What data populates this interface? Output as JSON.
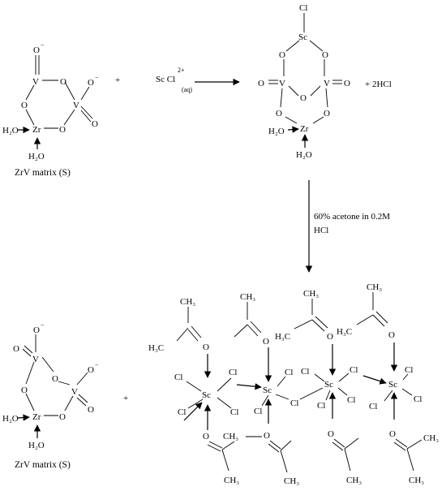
{
  "atoms": {
    "O": "O",
    "V": "V",
    "Zr": "Zr",
    "Sc": "Sc",
    "Cl": "Cl",
    "H2O": "H₂O",
    "H3C": "H₃C",
    "CH3": "CH₃",
    "minus": "−"
  },
  "reaction": {
    "plus": "+",
    "reagent_sc": "Sc Cl",
    "reagent_charge": "2+",
    "reagent_phase": "(aq)",
    "byproduct": "+ 2HCl",
    "condition_line1": "60% acetone in 0.2M",
    "condition_line2": "HCl"
  },
  "captions": {
    "matrix_top": "ZrV matrix (S)",
    "matrix_bottom": "ZrV matrix (S)"
  }
}
